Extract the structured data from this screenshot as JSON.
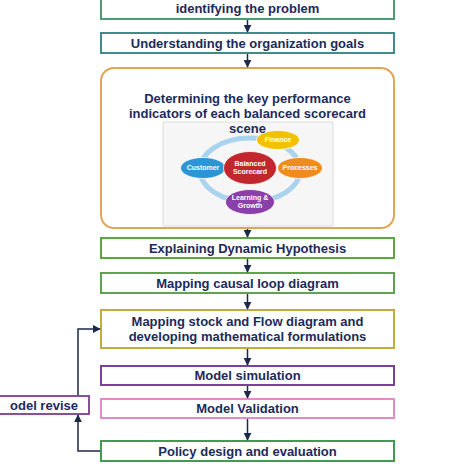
{
  "diagram": {
    "nodes": [
      {
        "text": [
          "identifying the problem"
        ]
      },
      {
        "text": [
          "Understanding the organization goals"
        ]
      },
      {
        "text": [
          "Determining the key performance indicators of each balanced scorecard scene"
        ]
      },
      {
        "text": [
          "Finance"
        ],
        "in": 2
      },
      {
        "text": [
          "Customer"
        ],
        "in": 2
      },
      {
        "text": [
          "Balanced Scorecard"
        ],
        "in": 2
      },
      {
        "text": [
          "Processes"
        ],
        "in": 2
      },
      {
        "text": [
          "Learning & Growth"
        ],
        "in": 2
      },
      {
        "text": [
          "Explaining Dynamic Hypothesis"
        ]
      },
      {
        "text": [
          "Mapping causal loop diagram"
        ]
      },
      {
        "text": [
          "Mapping stock and Flow diagram and developing mathematical formulations"
        ]
      },
      {
        "text": [
          "Model simulation"
        ]
      },
      {
        "text": [
          "odel revise"
        ]
      },
      {
        "text": [
          "Model Validation"
        ]
      },
      {
        "text": [
          "Policy design and evaluation"
        ]
      }
    ],
    "edges": [
      {
        "from": 0,
        "to": 1,
        "arrow": "to"
      },
      {
        "from": 1,
        "to": 2,
        "arrow": "to"
      },
      {
        "from": 2,
        "to": 8,
        "arrow": "to"
      },
      {
        "from": 8,
        "to": 9,
        "arrow": "to"
      },
      {
        "from": 9,
        "to": 10,
        "arrow": "to"
      },
      {
        "from": 10,
        "to": 11,
        "arrow": "to"
      },
      {
        "from": 11,
        "to": 13,
        "arrow": "to"
      },
      {
        "from": 13,
        "to": 14,
        "arrow": "to"
      },
      {
        "from": 14,
        "to": 12,
        "arrow": "to"
      },
      {
        "from": 12,
        "to": 10,
        "arrow": "to"
      }
    ]
  }
}
